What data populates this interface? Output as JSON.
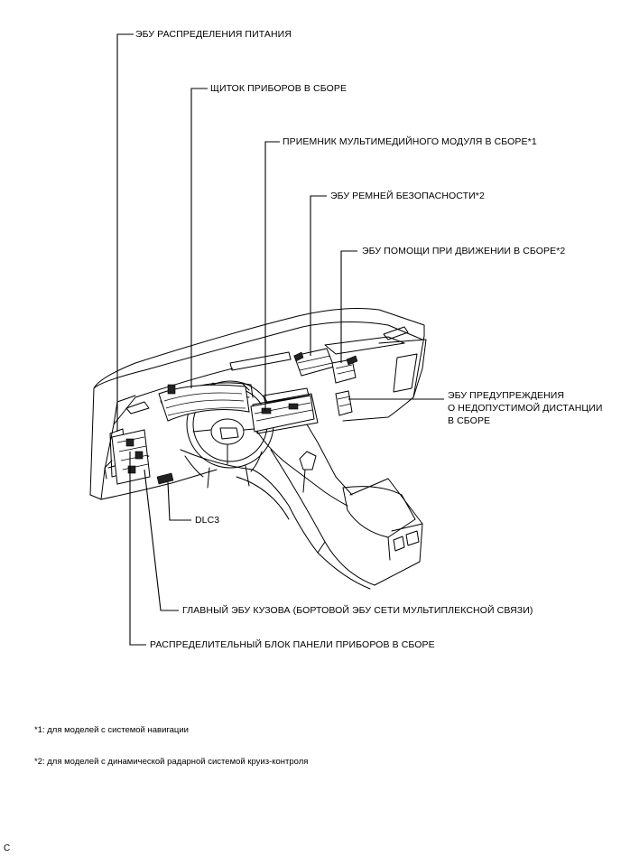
{
  "labels": {
    "power_ecu": "ЭБУ РАСПРЕДЕЛЕНИЯ ПИТАНИЯ",
    "combination_meter": "ЩИТОК ПРИБОРОВ В СБОРЕ",
    "multimedia_receiver": "ПРИЕМНИК МУЛЬТИМЕДИЙНОГО МОДУЛЯ В СБОРЕ*1",
    "seatbelt_ecu": "ЭБУ РЕМНЕЙ БЕЗОПАСНОСТИ*2",
    "driving_support_ecu": "ЭБУ ПОМОЩИ ПРИ ДВИЖЕНИИ В СБОРЕ*2",
    "distance_warning_ecu_1": "ЭБУ ПРЕДУПРЕЖДЕНИЯ",
    "distance_warning_ecu_2": "О НЕДОПУСТИМОЙ ДИСТАНЦИИ",
    "distance_warning_ecu_3": "В СБОРЕ",
    "dlc3": "DLC3",
    "main_body_ecu": "ГЛАВНЫЙ ЭБУ КУЗОВА (БОРТОВОЙ ЭБУ СЕТИ МУЛЬТИПЛЕКСНОЙ СВЯЗИ)",
    "instrument_panel_junction_block": "РАСПРЕДЕЛИТЕЛЬНЫЙ БЛОК ПАНЕЛИ ПРИБОРОВ В СБОРЕ"
  },
  "notes": {
    "note1": "*1: для моделей с системой навигации",
    "note2": "*2: для моделей с динамической радарной системой круиз-контроля"
  },
  "corner_mark": "C"
}
